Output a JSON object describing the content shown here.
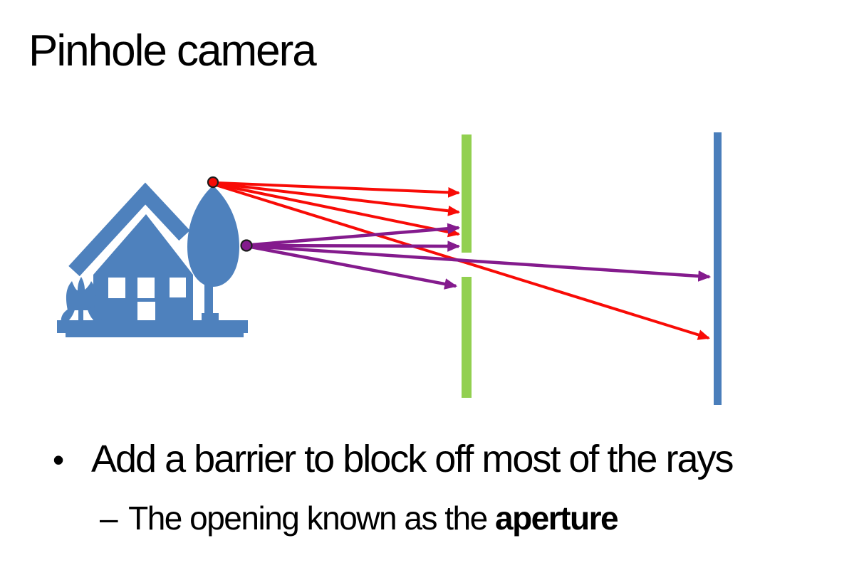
{
  "slide": {
    "title": "Pinhole camera",
    "bullet_glyph": "•",
    "bullet_main": "Add a barrier to block off most of the rays",
    "dash_glyph": "–",
    "sub_prefix": "The opening known as the ",
    "sub_bold": "aperture"
  },
  "colors": {
    "text": "#000000",
    "house_blue": "#4e81bd",
    "sensor_blue": "#4a7ebb",
    "barrier_green": "#92d050",
    "ray_red": "#f80b06",
    "ray_purple": "#841b8d",
    "dot_outline": "#1c1c1c",
    "cutout_white": "#ffffff"
  },
  "icons": {
    "scene": "house-and-tree-icon",
    "flower": "flower-icon"
  }
}
